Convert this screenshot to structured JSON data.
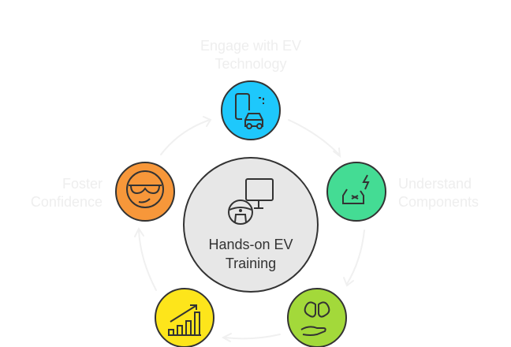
{
  "center": {
    "label": "Hands-on EV Training",
    "color": "#e7e7e7",
    "icon": "steering-wheel-monitor-icon"
  },
  "nodes": [
    {
      "label": "Engage with EV Technology",
      "color": "#1ec8fc",
      "icon": "phone-car-icon"
    },
    {
      "label": "Understand Components",
      "color": "#44dc94",
      "icon": "car-repair-bolt-icon"
    },
    {
      "label": "",
      "color": "#a3d93a",
      "icon": "brain-hand-icon"
    },
    {
      "label": "",
      "color": "#fde51b",
      "icon": "growth-chart-icon"
    },
    {
      "label": "Foster Confidence",
      "color": "#f7973a",
      "icon": "sunglasses-face-icon"
    }
  ]
}
